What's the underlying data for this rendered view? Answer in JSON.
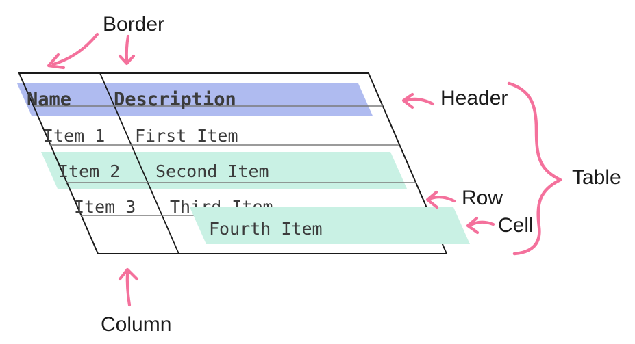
{
  "labels": {
    "border": "Border",
    "header": "Header",
    "table": "Table",
    "row": "Row",
    "cell": "Cell",
    "column": "Column"
  },
  "table": {
    "header": {
      "name": "Name",
      "description": "Description"
    },
    "rows": [
      {
        "name": "Item 1",
        "description": "First Item",
        "highlighted": false
      },
      {
        "name": "Item 2",
        "description": "Second Item",
        "highlighted": true
      },
      {
        "name": "Item 3",
        "description": "Third Item",
        "highlighted": false
      },
      {
        "name": "",
        "description": "Fourth Item",
        "highlighted": true
      }
    ]
  },
  "colors": {
    "header_highlight": "#afbbf0",
    "row_highlight": "#c9f1e4",
    "annotation_pink": "#f4719c",
    "table_text": "#3c3c3c",
    "label_text": "#1b1b1b",
    "grid_line": "#7a7a7a",
    "border_line": "#1a1a1a"
  }
}
